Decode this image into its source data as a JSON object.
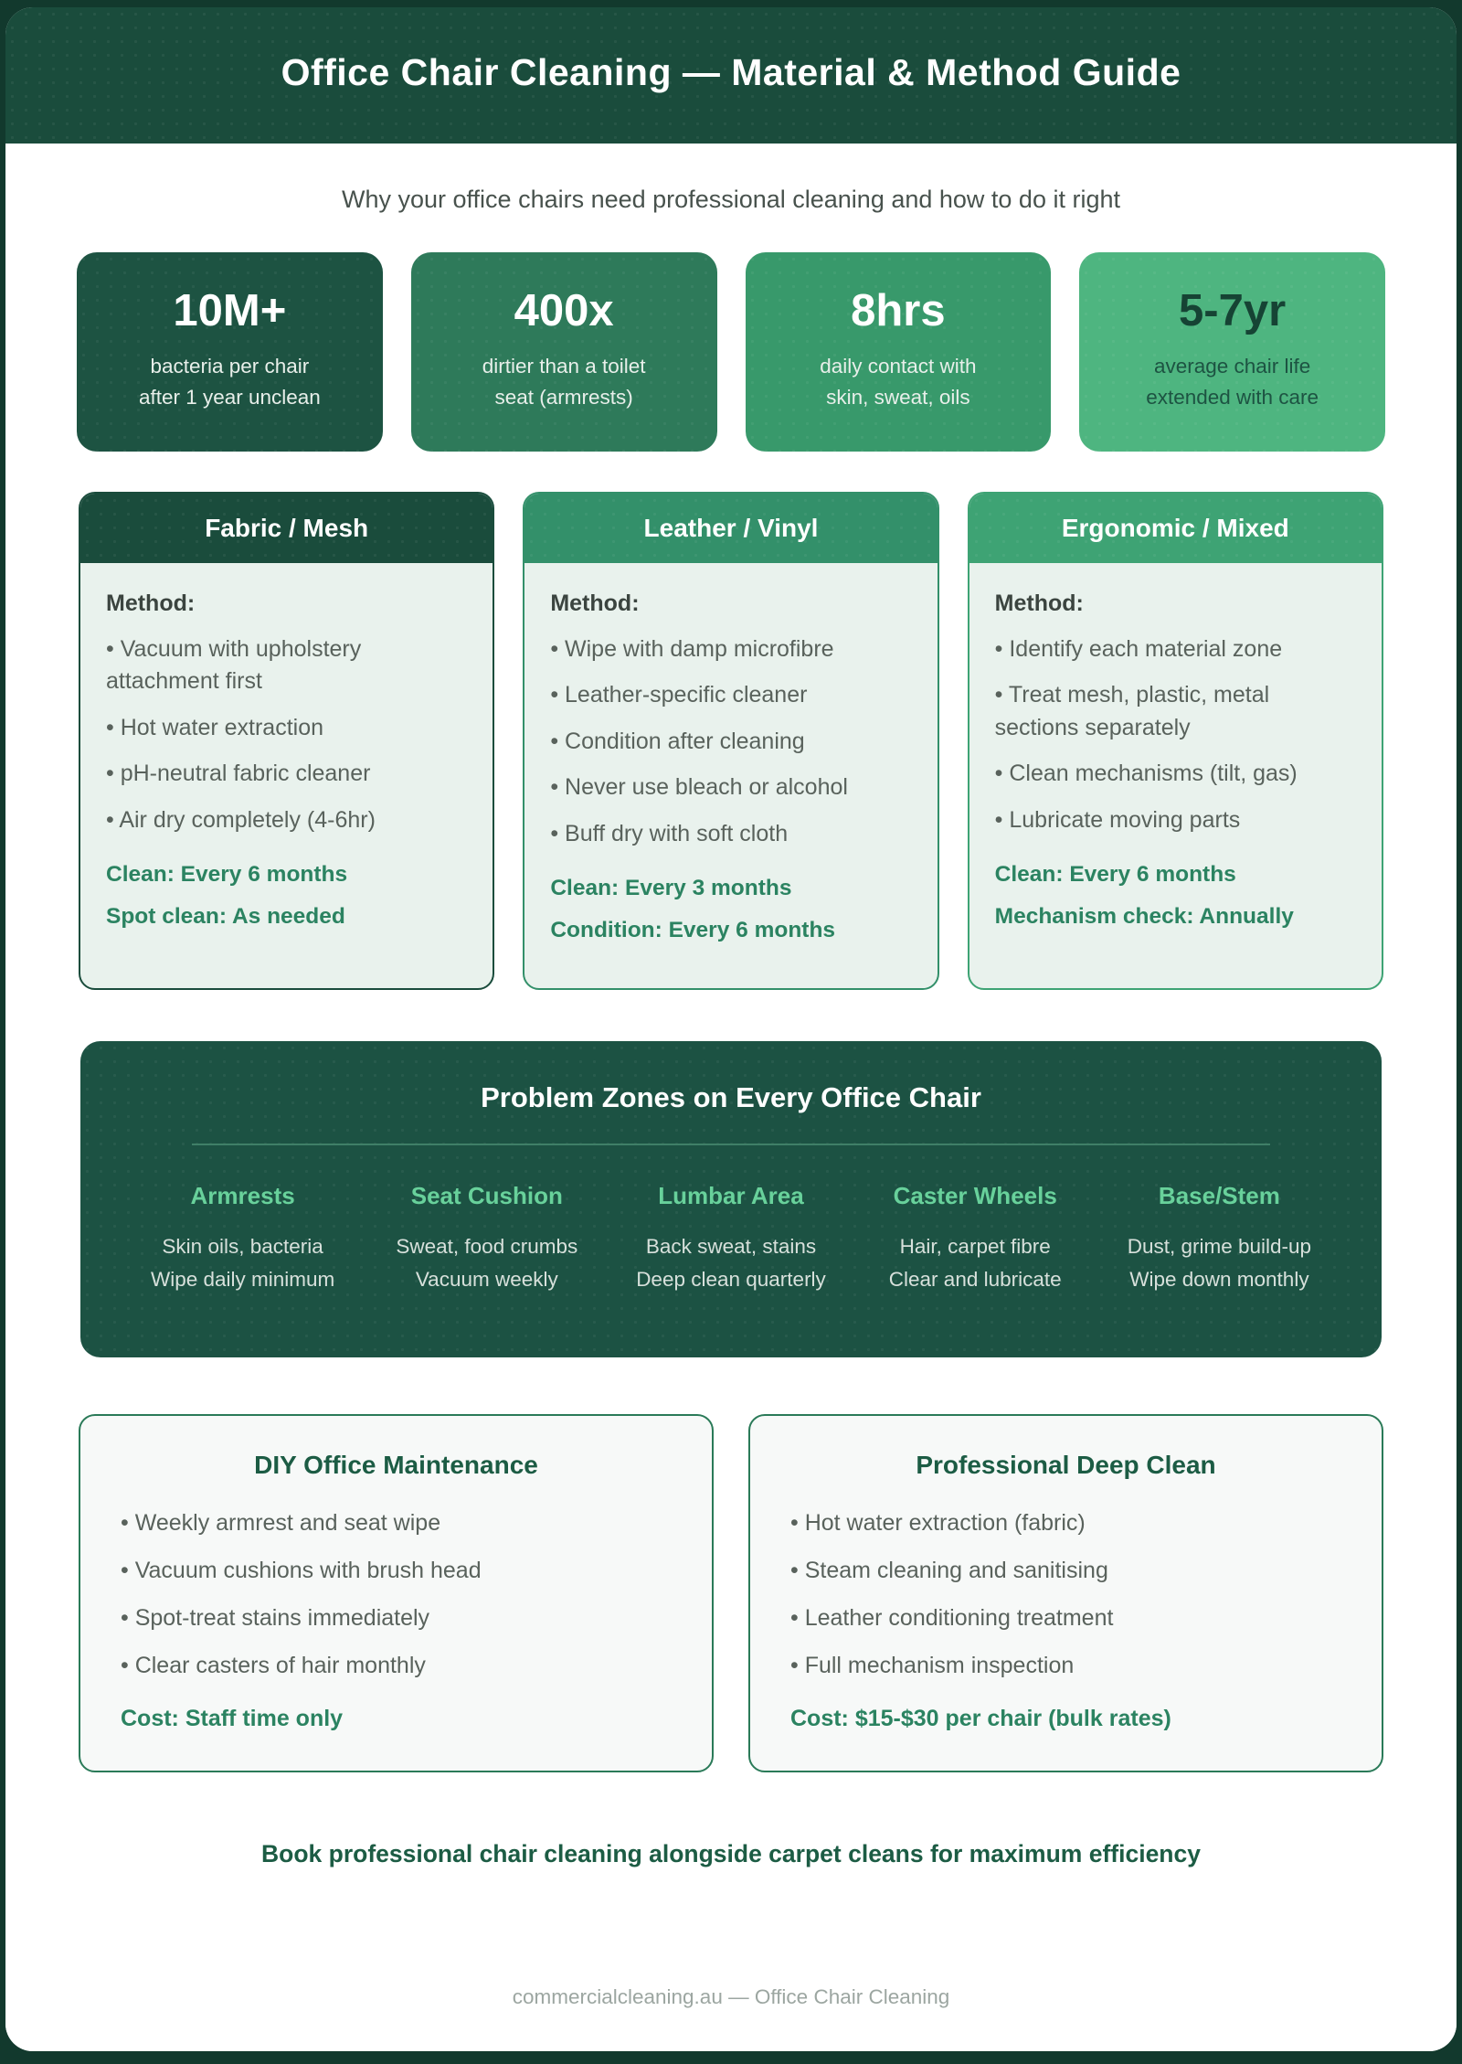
{
  "header": {
    "title": "Office Chair Cleaning — Material & Method Guide"
  },
  "subtitle": "Why your office chairs need professional cleaning and how to do it right",
  "stats": [
    {
      "value": "10M+",
      "label_line1": "bacteria per chair",
      "label_line2": "after 1 year unclean"
    },
    {
      "value": "400x",
      "label_line1": "dirtier than a toilet",
      "label_line2": "seat (armrests)"
    },
    {
      "value": "8hrs",
      "label_line1": "daily contact with",
      "label_line2": "skin, sweat, oils"
    },
    {
      "value": "5-7yr",
      "label_line1": "average chair life",
      "label_line2": "extended with care"
    }
  ],
  "material_cards": [
    {
      "title": "Fabric / Mesh",
      "method_label": "Method:",
      "bullets": [
        "• Vacuum with upholstery attachment first",
        "• Hot water extraction",
        "• pH-neutral fabric cleaner",
        "• Air dry completely (4-6hr)"
      ],
      "schedule": [
        "Clean: Every 6 months",
        "Spot clean: As needed"
      ]
    },
    {
      "title": "Leather / Vinyl",
      "method_label": "Method:",
      "bullets": [
        "• Wipe with damp microfibre",
        "• Leather-specific cleaner",
        "• Condition after cleaning",
        "• Never use bleach or alcohol",
        "• Buff dry with soft cloth"
      ],
      "schedule": [
        "Clean: Every 3 months",
        "Condition: Every 6 months"
      ]
    },
    {
      "title": "Ergonomic / Mixed",
      "method_label": "Method:",
      "bullets": [
        "• Identify each material zone",
        "• Treat mesh, plastic, metal sections separately",
        "• Clean mechanisms (tilt, gas)",
        "• Lubricate moving parts"
      ],
      "schedule": [
        "Clean: Every 6 months",
        "Mechanism check: Annually"
      ]
    }
  ],
  "problem_zones": {
    "title": "Problem Zones on Every Office Chair",
    "zones": [
      {
        "name": "Armrests",
        "line1": "Skin oils, bacteria",
        "line2": "Wipe daily minimum"
      },
      {
        "name": "Seat Cushion",
        "line1": "Sweat, food crumbs",
        "line2": "Vacuum weekly"
      },
      {
        "name": "Lumbar Area",
        "line1": "Back sweat, stains",
        "line2": "Deep clean quarterly"
      },
      {
        "name": "Caster Wheels",
        "line1": "Hair, carpet fibre",
        "line2": "Clear and lubricate"
      },
      {
        "name": "Base/Stem",
        "line1": "Dust, grime build-up",
        "line2": "Wipe down monthly"
      }
    ]
  },
  "comparison_cards": [
    {
      "title": "DIY Office Maintenance",
      "bullets": [
        "• Weekly armrest and seat wipe",
        "• Vacuum cushions with brush head",
        "• Spot-treat stains immediately",
        "• Clear casters of hair monthly"
      ],
      "cost": "Cost: Staff time only"
    },
    {
      "title": "Professional Deep Clean",
      "bullets": [
        "• Hot water extraction (fabric)",
        "• Steam cleaning and sanitising",
        "• Leather conditioning treatment",
        "• Full mechanism inspection"
      ],
      "cost": "Cost: $15-$30 per chair (bulk rates)"
    }
  ],
  "cta": "Book professional chair cleaning alongside carpet cleans for maximum efficiency",
  "footer": "commercialcleaning.au — Office Chair Cleaning",
  "colors": {
    "outer_background": "#12392d",
    "header_green": "#1a4c3c",
    "stat_green_1": "#1d5342",
    "stat_green_2": "#2e7a5a",
    "stat_green_3": "#38996b",
    "stat_green_4": "#4eb580",
    "card_body_mint": "#e9f2ed",
    "panel_green": "#1c5243",
    "zone_heading_green": "#68d19b",
    "accent_green_text": "#2b8361",
    "dark_green_text": "#1c5c44",
    "body_gray_text": "#59625c",
    "footer_gray": "#9ca6a1"
  }
}
